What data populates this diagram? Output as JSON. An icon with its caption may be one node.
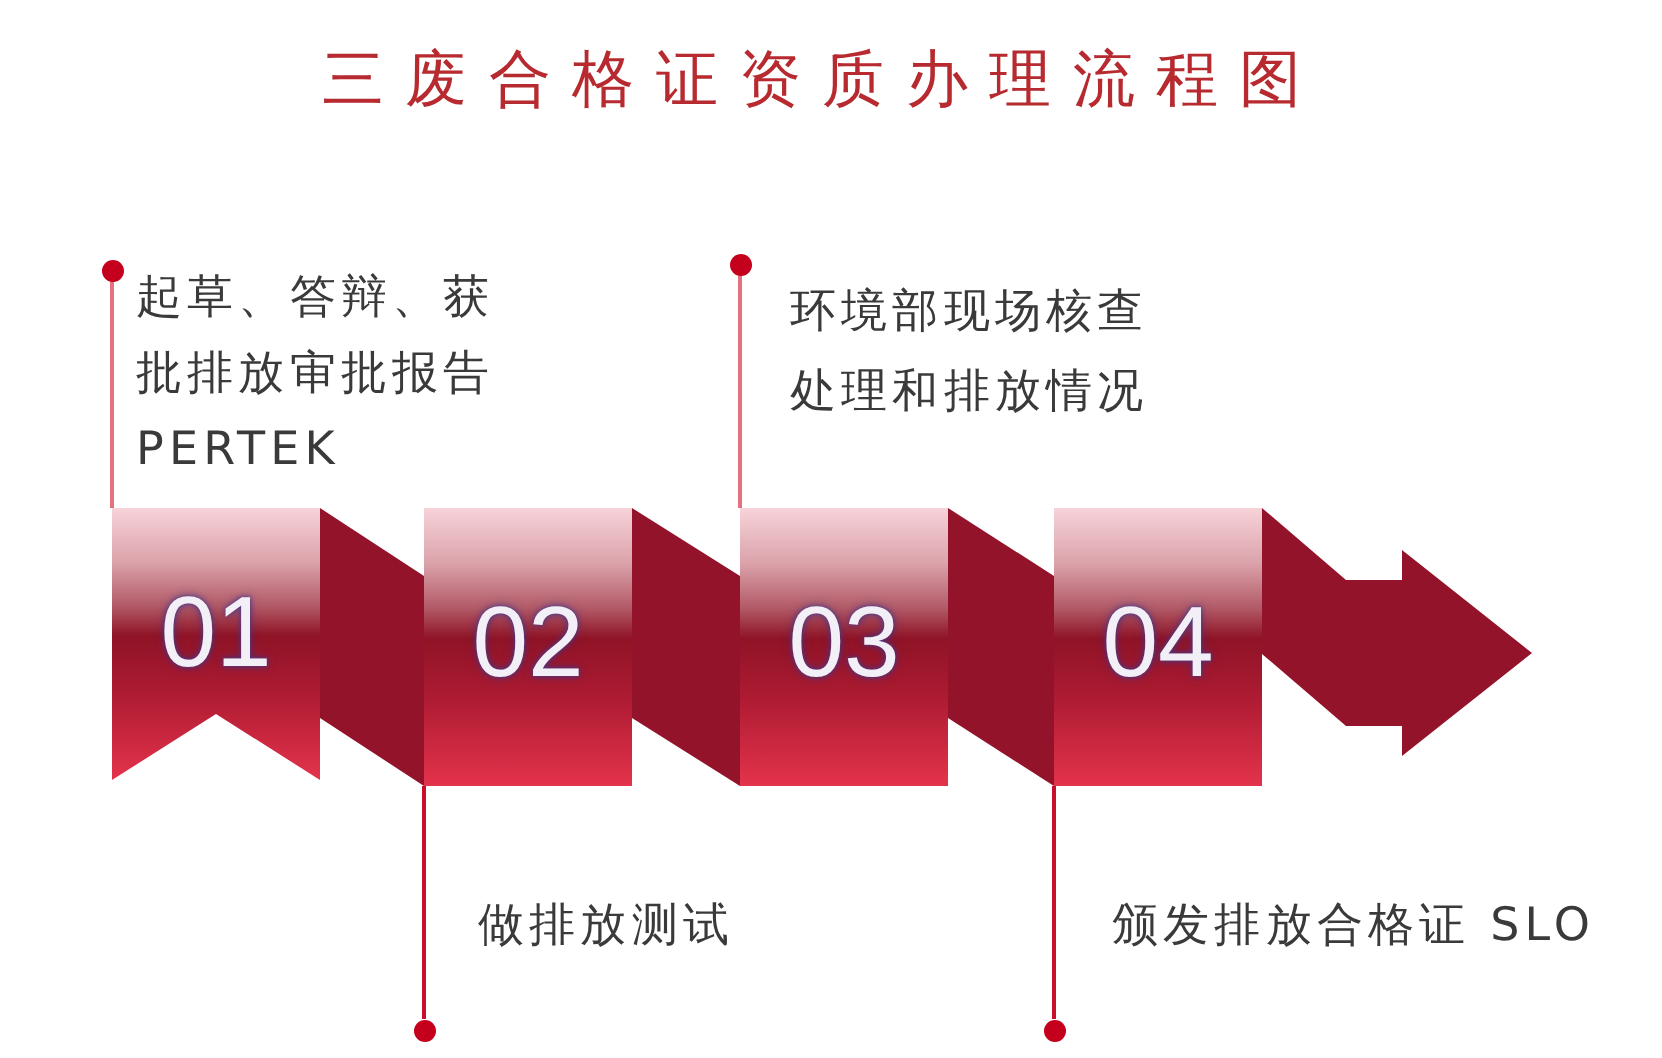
{
  "diagram": {
    "title": "三废合格证资质办理流程图",
    "nodes": [
      {
        "text": [
          "01"
        ]
      },
      {
        "text": [
          "02"
        ]
      },
      {
        "text": [
          "03"
        ]
      },
      {
        "text": [
          "04"
        ]
      },
      {
        "text": [],
        "shape": "arrow"
      },
      {
        "text": [],
        "shape": "circle",
        "beside": [
          "起草、答辩、获批排放审批报告 PERTEK"
        ]
      },
      {
        "text": [],
        "shape": "circle",
        "beside": [
          "做排放测试"
        ]
      },
      {
        "text": [],
        "shape": "circle",
        "beside": [
          "环境部现场核查处理和排放情况"
        ]
      },
      {
        "text": [],
        "shape": "circle",
        "beside": [
          "颁发排放合格证 SLO"
        ]
      }
    ],
    "edges": [
      {
        "from": 0,
        "to": 1,
        "arrow": "none",
        "style": "thick",
        "color": "#93132a"
      },
      {
        "from": 1,
        "to": 2,
        "arrow": "none",
        "style": "thick",
        "color": "#93132a"
      },
      {
        "from": 2,
        "to": 3,
        "arrow": "none",
        "style": "thick",
        "color": "#93132a"
      },
      {
        "from": 3,
        "to": 4,
        "arrow": "none",
        "style": "thick",
        "color": "#93132a"
      },
      {
        "from": 5,
        "to": 0,
        "arrow": "none",
        "color": "#e5707f"
      },
      {
        "from": 6,
        "to": 1,
        "arrow": "none",
        "color": "#c8102e"
      },
      {
        "from": 7,
        "to": 2,
        "arrow": "none",
        "color": "#e5707f"
      },
      {
        "from": 8,
        "to": 3,
        "arrow": "none",
        "color": "#c8102e"
      }
    ]
  }
}
